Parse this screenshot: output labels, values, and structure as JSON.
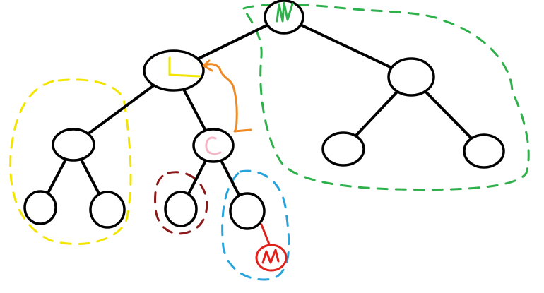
{
  "colors": {
    "tree": "#000000",
    "left_subtree": "#f2e600",
    "right_subtree": "#2eb04a",
    "left_leaf": "#8b1a1a",
    "right_leaf": "#29a3dc",
    "pointer_arrow": "#f08a24",
    "left_child_mark": "#f7b6c8",
    "root_mark": "#2eb04a",
    "new_node_mark": "#e0201a"
  },
  "tree": {
    "nodes": [
      {
        "id": "root"
      },
      {
        "id": "L"
      },
      {
        "id": "R"
      },
      {
        "id": "LL"
      },
      {
        "id": "LR"
      },
      {
        "id": "RL"
      },
      {
        "id": "RR"
      },
      {
        "id": "LLL"
      },
      {
        "id": "LLR"
      },
      {
        "id": "LRL"
      },
      {
        "id": "LRR"
      }
    ],
    "edges": [
      [
        "root",
        "L"
      ],
      [
        "root",
        "R"
      ],
      [
        "L",
        "LL"
      ],
      [
        "L",
        "LR"
      ],
      [
        "R",
        "RL"
      ],
      [
        "R",
        "RR"
      ],
      [
        "LL",
        "LLL"
      ],
      [
        "LL",
        "LLR"
      ],
      [
        "LR",
        "LRL"
      ],
      [
        "LR",
        "LRR"
      ]
    ]
  }
}
